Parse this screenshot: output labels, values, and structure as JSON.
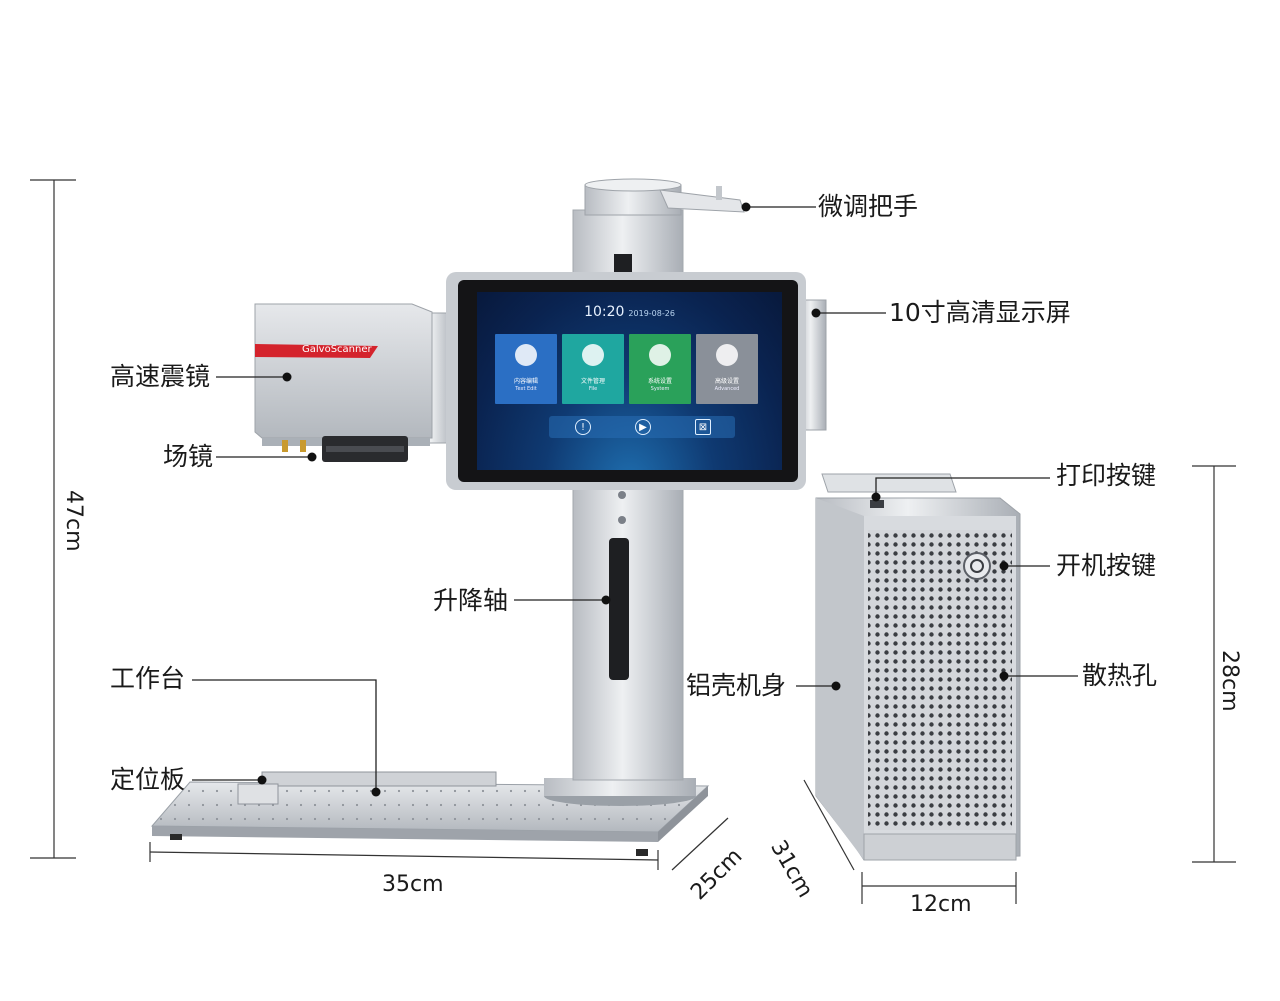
{
  "callouts": {
    "handle": "微调把手",
    "display": "10寸高清显示屏",
    "galvo": "高速震镜",
    "lens": "场镜",
    "lift": "升降轴",
    "worktable": "工作台",
    "locator": "定位板",
    "print_key": "打印按键",
    "power_key": "开机按键",
    "vent": "散热孔",
    "body": "铝壳机身"
  },
  "dimensions": {
    "height_stand": "47cm",
    "width_base": "35cm",
    "depth_base": "25cm",
    "depth_box": "31cm",
    "width_box": "12cm",
    "height_box": "28cm"
  },
  "galvo_brand": "GalvoScanner",
  "screen": {
    "time": "10:20",
    "date": "2019-08-26",
    "tiles": [
      {
        "cn": "内容编辑",
        "en": "Text Edit",
        "color": "#2b6fc4"
      },
      {
        "cn": "文件管理",
        "en": "File",
        "color": "#1fa7a0"
      },
      {
        "cn": "系统设置",
        "en": "System",
        "color": "#2aa15a"
      },
      {
        "cn": "高级设置",
        "en": "Advanced",
        "color": "#8a9099"
      }
    ],
    "bar_icons": [
      "alert-icon",
      "play-icon",
      "cart-icon"
    ]
  },
  "colors": {
    "metal": "#c9ccd1",
    "metal_dark": "#9aa0a8",
    "accent_red": "#d4232c",
    "bezel": "#1c1c1e"
  }
}
